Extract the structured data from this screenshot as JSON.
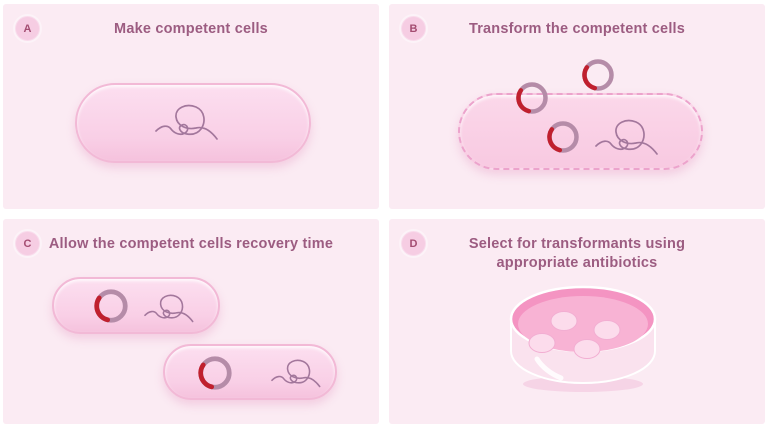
{
  "diagram": {
    "panels": [
      {
        "id": "A",
        "title": "Make competent cells"
      },
      {
        "id": "B",
        "title": "Transform the competent cells"
      },
      {
        "id": "C",
        "title": "Allow the competent cells recovery time"
      },
      {
        "id": "D",
        "title": "Select for transformants using appropriate antibiotics"
      }
    ],
    "colors": {
      "page_background": "#ffffff",
      "panel_background": "#fbebf3",
      "title_text": "#9c5c81",
      "badge_fill": "#f6cde3",
      "badge_text": "#a44d72",
      "cell_fill": "#f9cfe6",
      "cell_border": "#f2b9d6",
      "plasmid_ring": "#b58ca8",
      "plasmid_insert_red": "#c0202e",
      "chromosomal_dna": "#a3779c",
      "petri_rim": "#f494c2",
      "agar": "#f8b3d4",
      "colony": "#fcdcec"
    }
  }
}
